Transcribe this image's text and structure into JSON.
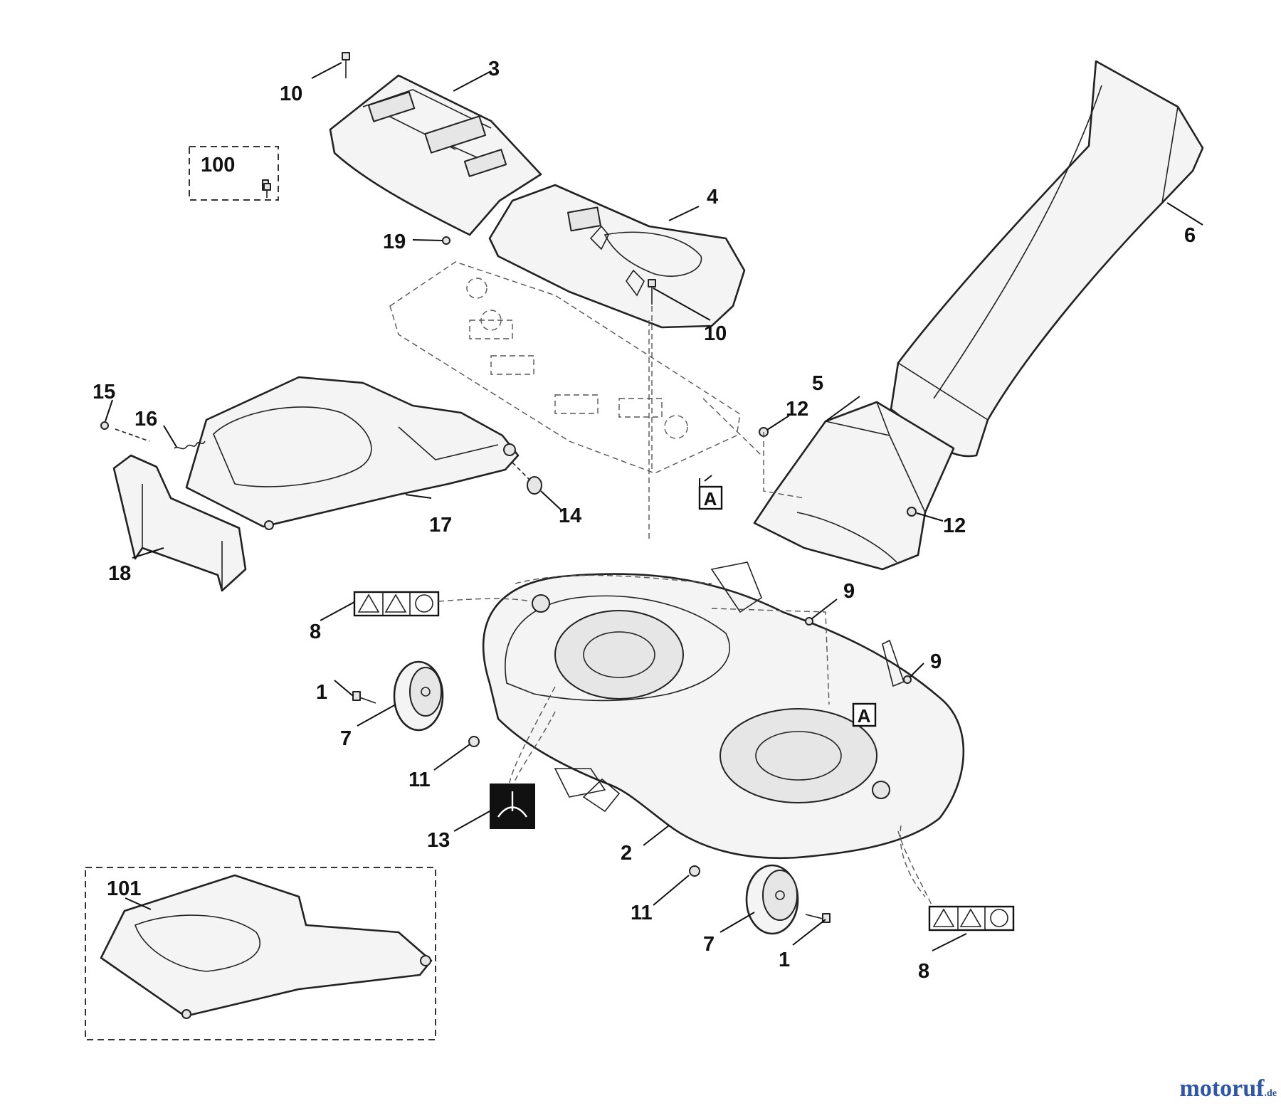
{
  "diagram": {
    "callouts": {
      "c1a": "1",
      "c1b": "1",
      "c2": "2",
      "c3": "3",
      "c4": "4",
      "c5": "5",
      "c6": "6",
      "c7a": "7",
      "c7b": "7",
      "c8a": "8",
      "c8b": "8",
      "c9a": "9",
      "c9b": "9",
      "c10a": "10",
      "c10b": "10",
      "c11a": "11",
      "c11b": "11",
      "c12a": "12",
      "c12b": "12",
      "c13": "13",
      "c14": "14",
      "c15": "15",
      "c16": "16",
      "c17": "17",
      "c18": "18",
      "c19": "19",
      "c100": "100",
      "c101": "101"
    },
    "reference_markers": {
      "ref_a1": "A",
      "ref_a2": "A"
    },
    "icons": [
      "warning-triangle-icon",
      "hand-hazard-icon",
      "read-manual-icon",
      "blade-adjust-decal-icon"
    ]
  },
  "watermark": {
    "main": "motoruf",
    "suffix": ".de"
  }
}
